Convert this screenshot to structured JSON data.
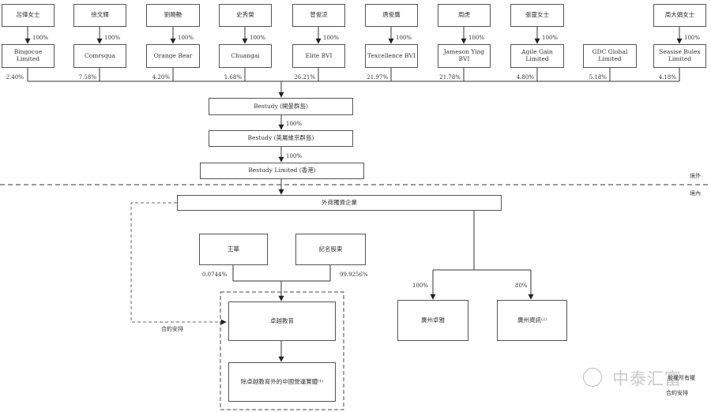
{
  "shareholders": [
    {
      "person": "呂偉女士",
      "entity": "Bingocue Limited",
      "pct_entity": "100%",
      "pct_top": "2.40%"
    },
    {
      "person": "徐文輝",
      "entity": "Comrsqua",
      "pct_entity": "100%",
      "pct_top": "7.58%"
    },
    {
      "person": "劉曉艶",
      "entity": "Orange Bear",
      "pct_entity": "100%",
      "pct_top": "4.20%"
    },
    {
      "person": "史秀榮",
      "entity": "Chuangai",
      "pct_entity": "100%",
      "pct_top": "1.68%"
    },
    {
      "person": "曾俊凉",
      "entity": "Elite BVI",
      "pct_entity": "100%",
      "pct_top": "26.21%"
    },
    {
      "person": "唐俊膺",
      "entity": "Texcellence BVI",
      "pct_entity": "100%",
      "pct_top": "21.97%"
    },
    {
      "person": "周虎",
      "entity": "Jameson Ying BVI",
      "pct_entity": "100%",
      "pct_top": "21.78%"
    },
    {
      "person": "張靈女士",
      "entity": "Agile Gain Limited",
      "pct_entity": "100%",
      "pct_top": "4.80%"
    },
    {
      "person": "",
      "entity": "GDC Global Limited",
      "pct_entity": "",
      "pct_top": "5.18%"
    },
    {
      "person": "周大娟女士",
      "entity": "Seasise Bulex Limited",
      "pct_entity": "100%",
      "pct_top": "4.18%"
    }
  ],
  "chain": [
    {
      "label": "Bestudy (開曼群島)",
      "pct_below": "100%"
    },
    {
      "label": "Bestudy (英屬維京群島)",
      "pct_below": "100%"
    },
    {
      "label": "Bestudy Limited (香港)"
    }
  ],
  "offshore_label": "境外",
  "onshore_label": "境內",
  "wfoe": "外商獨資企業",
  "wang": {
    "label": "王華",
    "pct": "0.0744%"
  },
  "reg_shareholders": {
    "label": "記名股東",
    "pct": "99.9256%"
  },
  "contract_label": "合約安排",
  "vie": "卓越教育",
  "vie_sub": "除卓越教育外的中國營運實體",
  "vie_sub_note": "(1)",
  "sub1": {
    "label": "廣州卓雅",
    "pct": "100%"
  },
  "sub2": {
    "label": "廣州資訊",
    "pct": "80%",
    "note": "(2)"
  },
  "watermark": {
    "brand": "中泰汇富",
    "line1": "股權所有權",
    "line2": "合約安排"
  }
}
